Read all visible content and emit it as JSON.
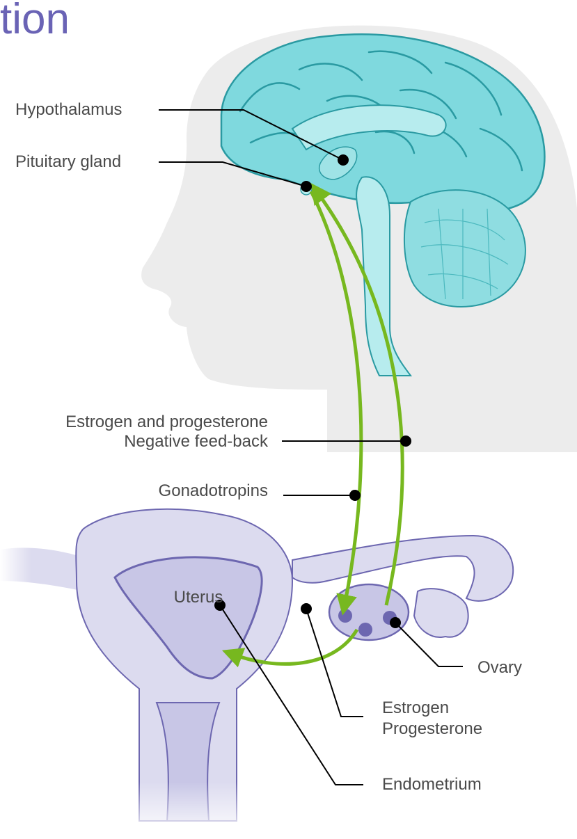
{
  "title": "tion",
  "labels": {
    "hypothalamus": "Hypothalamus",
    "pituitary": "Pituitary gland",
    "feedback_line1": "Estrogen and progesterone",
    "feedback_line2": "Negative feed-back",
    "gonadotropins": "Gonadotropins",
    "uterus": "Uterus",
    "ovary": "Ovary",
    "estrogen": "Estrogen",
    "progesterone": "Progesterone",
    "endometrium": "Endometrium"
  },
  "colors": {
    "title": "#6a63b5",
    "head": "#ececec",
    "brain": "#7fd9de",
    "brain_outline": "#2a9aa2",
    "brain_inner": "#b7ecee",
    "uterus": "#c8c6e6",
    "uterus_outline": "#6d67b0",
    "uterus_light": "#dcdbef",
    "arrow": "#77b81f",
    "leader": "#000000",
    "text": "#4a4a4a"
  },
  "icons": [
    "brain-illustration",
    "head-silhouette",
    "uterus-illustration"
  ]
}
